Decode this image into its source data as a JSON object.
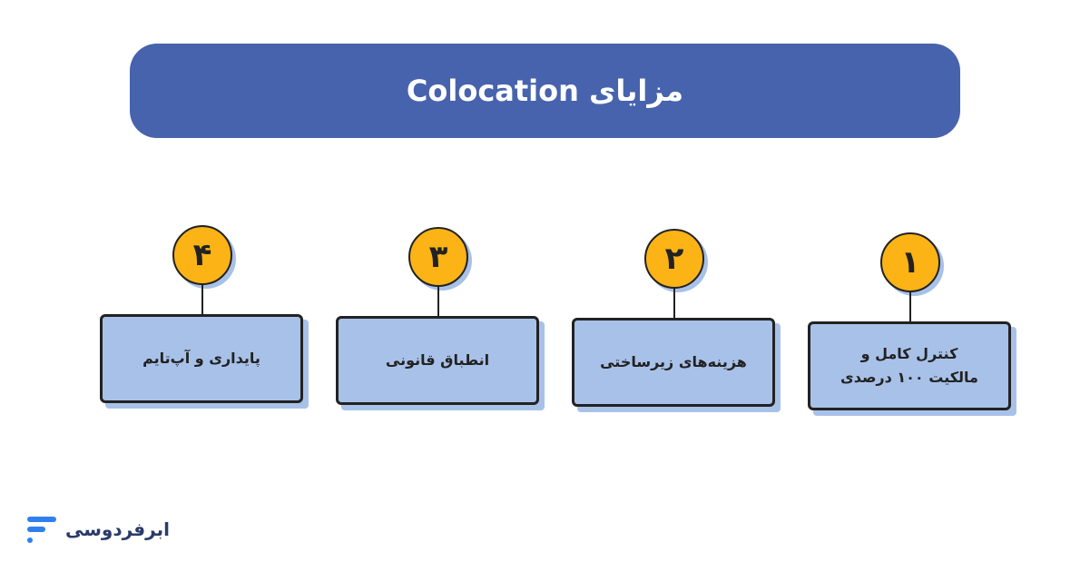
{
  "title": "مزایای Colocation",
  "colors": {
    "banner": "#4763ad",
    "card": "#a8c1e8",
    "badge": "#fbb316",
    "outline": "#222222"
  },
  "steps": [
    {
      "number": "۱",
      "label": "کنترل کامل و\nمالکیت ۱۰۰ درصدی"
    },
    {
      "number": "۲",
      "label": "هزینه‌های زیرساختی"
    },
    {
      "number": "۳",
      "label": "انطباق قانونی"
    },
    {
      "number": "۴",
      "label": "پایداری و آپ‌تایم"
    }
  ],
  "logo": {
    "text": "ابرفردوسی",
    "icon": "brand-mark-icon"
  }
}
